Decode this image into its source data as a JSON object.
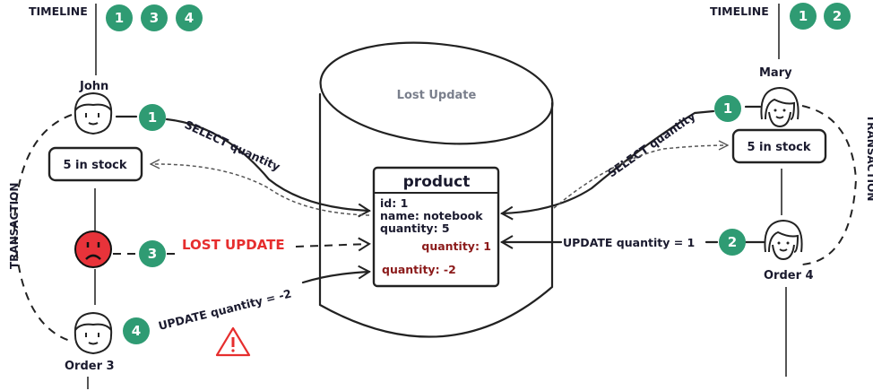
{
  "title": "Lost Update",
  "left": {
    "timeline_label": "TIMELINE",
    "timeline_steps": [
      "1",
      "3",
      "4"
    ],
    "user_name": "John",
    "stock_box": "5 in stock",
    "order_label": "Order 3",
    "transaction_label": "TRANSACTION",
    "steps": [
      {
        "num": "1",
        "label": "SELECT quantity"
      },
      {
        "num": "3",
        "label": "LOST UPDATE"
      },
      {
        "num": "4",
        "label": "UPDATE quantity = -2"
      }
    ]
  },
  "right": {
    "timeline_label": "TIMELINE",
    "timeline_steps": [
      "1",
      "2"
    ],
    "user_name": "Mary",
    "stock_box": "5 in stock",
    "order_label": "Order 4",
    "transaction_label": "TRANSACTION",
    "steps": [
      {
        "num": "1",
        "label": "SELECT quantity"
      },
      {
        "num": "2",
        "label": "UPDATE quantity = 1"
      }
    ]
  },
  "database": {
    "label": "Lost Update",
    "table": {
      "name": "product",
      "rows": [
        "id: 1",
        "name: notebook",
        "quantity: 5"
      ],
      "update_right": "quantity: 1",
      "update_left": "quantity: -2"
    }
  },
  "icons": {
    "sad_face": "sad-face-icon",
    "warning": "warning-icon",
    "user": "user-avatar-icon"
  },
  "colors": {
    "step_badge": "#2f9b73",
    "lost_update": "#e62e2e",
    "updated_value": "#8b1a1a",
    "sad_face": "#e8333a"
  }
}
